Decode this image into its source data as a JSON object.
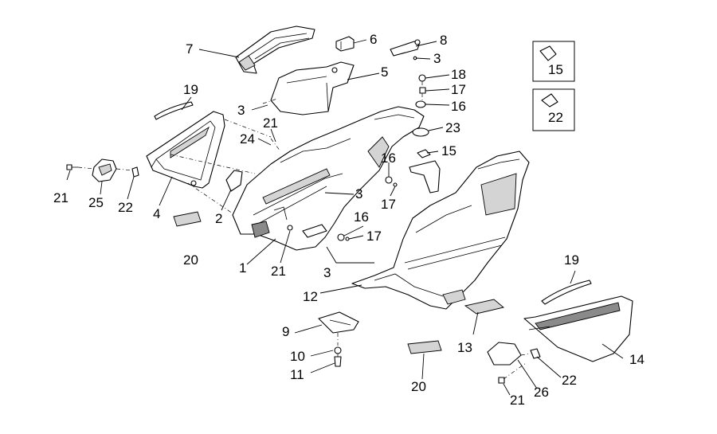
{
  "callouts": [
    {
      "id": "c-7",
      "text": "7"
    },
    {
      "id": "c-6",
      "text": "6"
    },
    {
      "id": "c-8",
      "text": "8"
    },
    {
      "id": "c-3a",
      "text": "3"
    },
    {
      "id": "c-5",
      "text": "5"
    },
    {
      "id": "c-18",
      "text": "18"
    },
    {
      "id": "c-17a",
      "text": "17"
    },
    {
      "id": "c-16a",
      "text": "16"
    },
    {
      "id": "c-15box",
      "text": "15"
    },
    {
      "id": "c-22box",
      "text": "22"
    },
    {
      "id": "c-19a",
      "text": "19"
    },
    {
      "id": "c-3b",
      "text": "3"
    },
    {
      "id": "c-21a",
      "text": "21"
    },
    {
      "id": "c-24",
      "text": "24"
    },
    {
      "id": "c-23",
      "text": "23"
    },
    {
      "id": "c-15",
      "text": "15"
    },
    {
      "id": "c-21b",
      "text": "21"
    },
    {
      "id": "c-25",
      "text": "25"
    },
    {
      "id": "c-22a",
      "text": "22"
    },
    {
      "id": "c-4",
      "text": "4"
    },
    {
      "id": "c-2",
      "text": "2"
    },
    {
      "id": "c-16b",
      "text": "16"
    },
    {
      "id": "c-3c",
      "text": "3"
    },
    {
      "id": "c-17b",
      "text": "17"
    },
    {
      "id": "c-20a",
      "text": "20"
    },
    {
      "id": "c-1",
      "text": "1"
    },
    {
      "id": "c-21c",
      "text": "21"
    },
    {
      "id": "c-16c",
      "text": "16"
    },
    {
      "id": "c-17c",
      "text": "17"
    },
    {
      "id": "c-3d",
      "text": "3"
    },
    {
      "id": "c-19b",
      "text": "19"
    },
    {
      "id": "c-12",
      "text": "12"
    },
    {
      "id": "c-9",
      "text": "9"
    },
    {
      "id": "c-13",
      "text": "13"
    },
    {
      "id": "c-14",
      "text": "14"
    },
    {
      "id": "c-10",
      "text": "10"
    },
    {
      "id": "c-11",
      "text": "11"
    },
    {
      "id": "c-22b",
      "text": "22"
    },
    {
      "id": "c-26",
      "text": "26"
    },
    {
      "id": "c-20b",
      "text": "20"
    },
    {
      "id": "c-21d",
      "text": "21"
    }
  ]
}
